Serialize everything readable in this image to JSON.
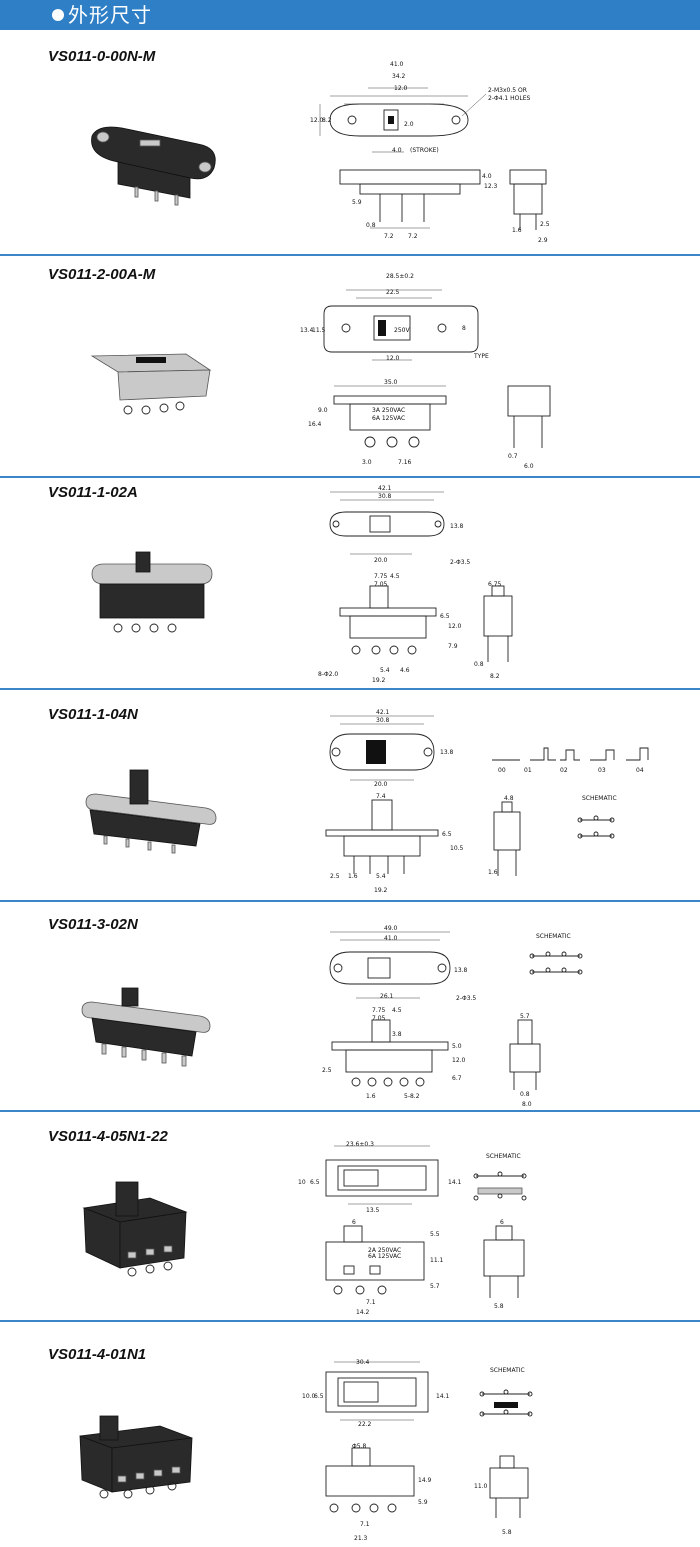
{
  "header": {
    "title": "外形尺寸"
  },
  "colors": {
    "header_bar": "#2f7fc6",
    "divider": "#3a86c8"
  },
  "sections": [
    {
      "model": "VS011-0-00N-M",
      "dims": [
        "41.0",
        "34.2",
        "12.0",
        "12.0",
        "8.2",
        "2.0",
        "4.0",
        "(STROKE)",
        "2-M3x0.5 OR",
        "2-Φ4.1 HOLES",
        "5.9",
        "0.8",
        "7.2",
        "7.2",
        "4.0",
        "12.3",
        "2.5",
        "1.6",
        "2.9"
      ]
    },
    {
      "model": "VS011-2-00A-M",
      "dims": [
        "28.5±0.2",
        "22.5",
        "13.4",
        "11.5",
        "250V",
        "8",
        "12.0",
        "TYPE",
        "35.0",
        "9.0",
        "16.4",
        "3A 250VAC",
        "6A 125VAC",
        "3.0",
        "7.16",
        "0.7",
        "6.0"
      ]
    },
    {
      "model": "VS011-1-02A",
      "dims": [
        "42.1",
        "30.8",
        "13.8",
        "20.0",
        "2-Φ3.5",
        "7.75",
        "7.05",
        "4.5",
        "19.2",
        "8-Φ2.0",
        "5.4",
        "4.6",
        "6.5",
        "12.0",
        "7.9",
        "6.75",
        "0.8",
        "8.2"
      ]
    },
    {
      "model": "VS011-1-04N",
      "dims": [
        "42.1",
        "30.8",
        "13.8",
        "20.0",
        "7.4",
        "6.5",
        "10.5",
        "2.5",
        "1.6",
        "5.4",
        "19.2",
        "4.8",
        "1.6",
        "SCHEMATIC",
        "00",
        "01",
        "02",
        "03",
        "04"
      ]
    },
    {
      "model": "VS011-3-02N",
      "dims": [
        "49.0",
        "41.0",
        "13.8",
        "26.1",
        "2-Φ3.5",
        "7.75",
        "7.05",
        "4.5",
        "3.8",
        "2.5",
        "1.6",
        "5-8.2",
        "5.0",
        "12.0",
        "6.7",
        "5.7",
        "0.8",
        "8.0",
        "SCHEMATIC"
      ]
    },
    {
      "model": "VS011-4-05N1-22",
      "dims": [
        "23.6±0.3",
        "10",
        "6.5",
        "14.1",
        "13.5",
        "6",
        "5.5",
        "11.1",
        "5.7",
        "7.1",
        "14.2",
        "2A 250VAC",
        "6A 125VAC",
        "6",
        "5.8",
        "SCHEMATIC"
      ]
    },
    {
      "model": "VS011-4-01N1",
      "dims": [
        "30.4",
        "10.0",
        "6.5",
        "14.1",
        "22.2",
        "Φ5.8",
        "14.9",
        "5.9",
        "7.1",
        "21.3",
        "11.0",
        "5.8",
        "SCHEMATIC"
      ]
    }
  ]
}
